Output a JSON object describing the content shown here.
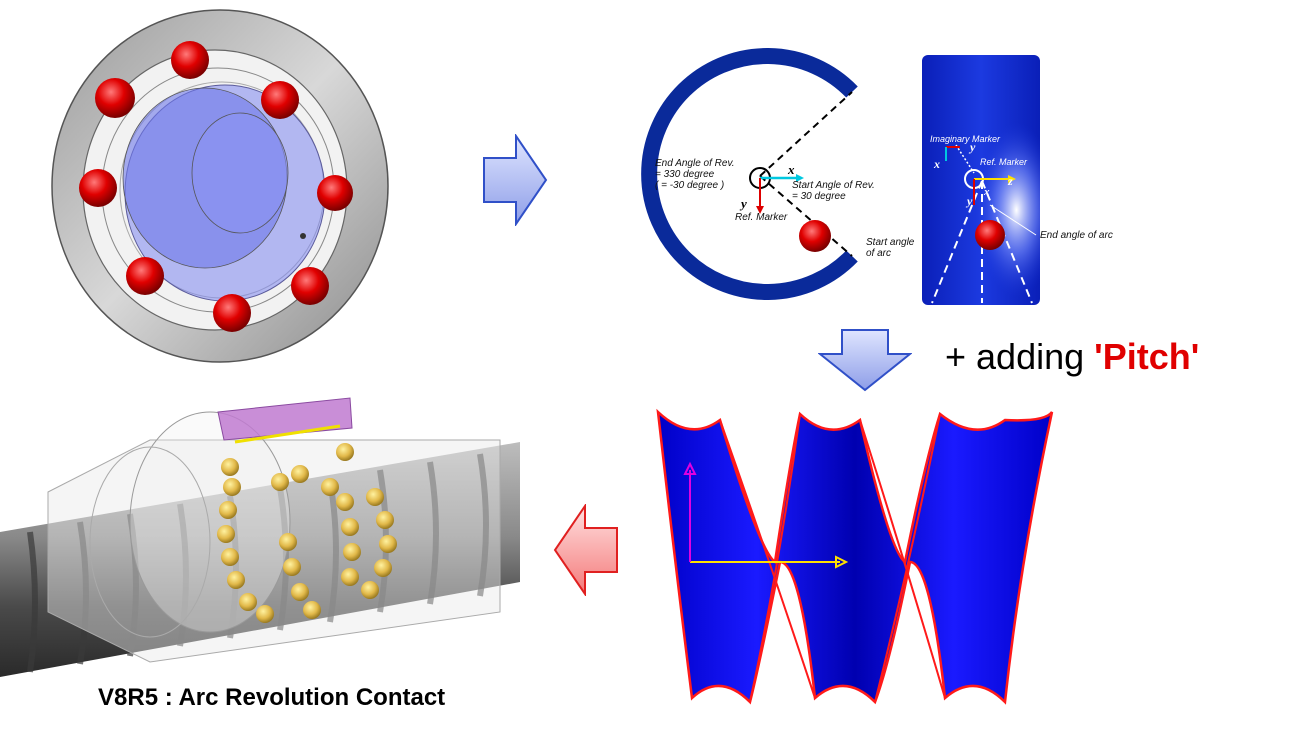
{
  "arc_diagram": {
    "end_angle_line1": "End Angle of Rev.",
    "end_angle_line2": "= 330 degree",
    "end_angle_line3": "( = -30 degree )",
    "start_angle_line1": "Start Angle of Rev.",
    "start_angle_line2": "= 30 degree",
    "ref_marker": "Ref. Marker",
    "start_arc_line1": "Start angle",
    "start_arc_line2": "of arc",
    "axis_x": "x",
    "axis_y": "y"
  },
  "side_diagram": {
    "imaginary_marker": "Imaginary Marker",
    "ref_marker": "Ref. Marker",
    "end_arc": "End angle of arc",
    "axis_x": "x",
    "axis_y": "y",
    "axis_z": "z",
    "axis_x2": "x",
    "axis_y2": "y"
  },
  "caption": {
    "prefix": "+ adding ",
    "highlight": "'Pitch'"
  },
  "bottom_title": "V8R5 : Arc Revolution Contact",
  "colors": {
    "arc_blue": "#0a2a9a",
    "ball_red": "#d40000",
    "arrow_blue": "#a9b6ef",
    "arrow_red": "#f47a7a",
    "helix_edge": "#ff1a1a"
  }
}
